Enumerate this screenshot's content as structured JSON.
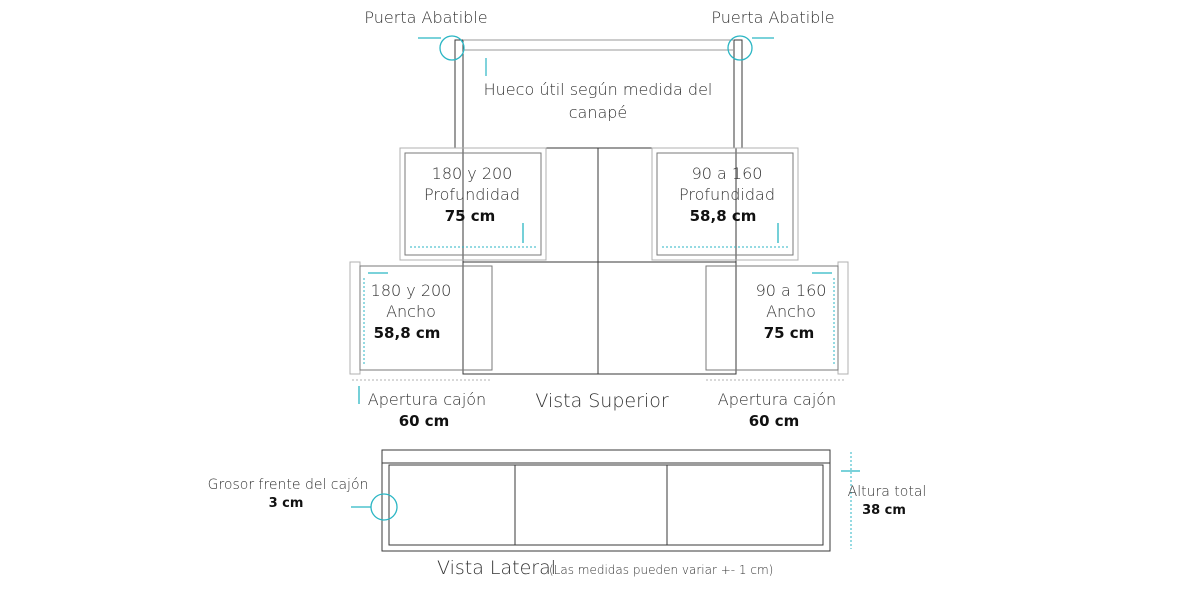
{
  "top": {
    "door_left": "Puerta Abatible",
    "door_right": "Puerta Abatible",
    "hollow_line1": "Hueco útil según medida del",
    "hollow_line2": "canapé"
  },
  "depth_left": {
    "line1": "180 y 200",
    "line2": "Profundidad",
    "value": "75 cm"
  },
  "depth_right": {
    "line1": "90 a 160",
    "line2": "Profundidad",
    "value": "58,8 cm"
  },
  "width_left": {
    "line1": "180 y 200",
    "line2": "Ancho",
    "value": "58,8 cm"
  },
  "width_right": {
    "line1": "90 a 160",
    "line2": "Ancho",
    "value": "75 cm"
  },
  "drawer_left": {
    "label": "Apertura cajón",
    "value": "60 cm"
  },
  "drawer_right": {
    "label": "Apertura cajón",
    "value": "60 cm"
  },
  "view_top_title": "Vista Superior",
  "side": {
    "front_label": "Grosor frente del cajón",
    "front_value": "3 cm",
    "height_label": "Altura total",
    "height_value": "38 cm",
    "title": "Vista Lateral",
    "note": "(Las medidas pueden variar +- 1 cm)"
  },
  "colors": {
    "line": "#3a3a3a",
    "light_line": "#9a9a9a",
    "accent": "#2bb6c4"
  }
}
